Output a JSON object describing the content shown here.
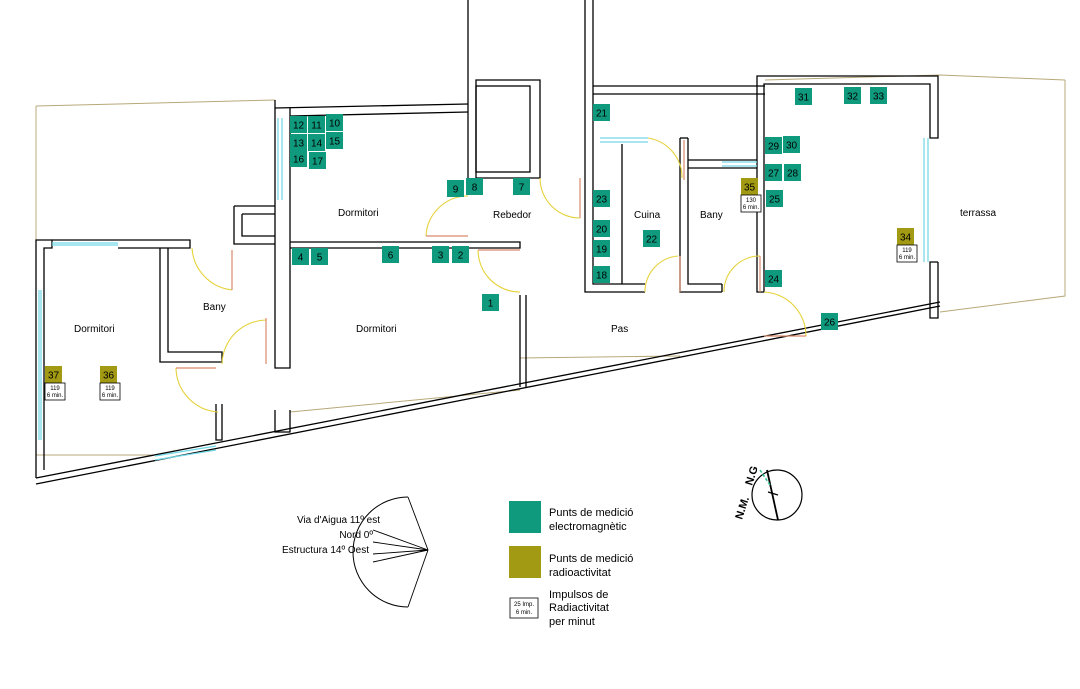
{
  "colors": {
    "electromagnetic": "#0f9a7e",
    "radioactivity": "#a19a12",
    "glass": "#6fd7e6",
    "door_swing": "#e6d23a",
    "outline": "#b8a878"
  },
  "rooms": {
    "dormitori_left": "Dormitori",
    "bany_left": "Bany",
    "dormitori_top": "Dormitori",
    "dormitori_mid": "Dormitori",
    "rebedor": "Rebedor",
    "cuina": "Cuina",
    "bany_right": "Bany",
    "pas": "Pas",
    "terrassa": "terrassa"
  },
  "electromagnetic_points": [
    "1",
    "2",
    "3",
    "4",
    "5",
    "6",
    "7",
    "8",
    "9",
    "10",
    "11",
    "12",
    "13",
    "14",
    "15",
    "16",
    "17",
    "18",
    "19",
    "20",
    "21",
    "22",
    "23",
    "24",
    "25",
    "26",
    "27",
    "28",
    "29",
    "30",
    "31",
    "32",
    "33"
  ],
  "radioactivity_points": [
    {
      "id": "34",
      "count": "119",
      "unit": "6 min."
    },
    {
      "id": "35",
      "count": "130",
      "unit": "6 min."
    },
    {
      "id": "36",
      "count": "119",
      "unit": "6 min."
    },
    {
      "id": "37",
      "count": "119",
      "unit": "6 min."
    }
  ],
  "compass": {
    "via_aigua": "Via d'Aigua 11º est",
    "nord": "Nord 0º",
    "estructura": "Estructura 14º Oest"
  },
  "north_symbol": {
    "nm": "N.M.",
    "ng": "N.G"
  },
  "legend": {
    "em_line1": "Punts de medició",
    "em_line2": "electromagnètic",
    "rad_line1": "Punts de medició",
    "rad_line2": "radioactivitat",
    "imp_box_line1": "25 Imp.",
    "imp_box_line2": "6 min.",
    "imp_line1": "Impulsos de",
    "imp_line2": "Radiactivitat",
    "imp_line3": "per minut"
  }
}
